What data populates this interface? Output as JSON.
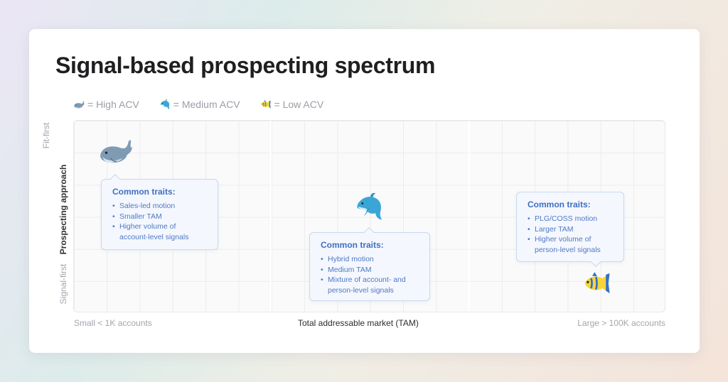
{
  "title": "Signal-based prospecting spectrum",
  "legend": [
    {
      "icon": "whale-icon",
      "label": "= High ACV"
    },
    {
      "icon": "dolphin-icon",
      "label": "= Medium ACV"
    },
    {
      "icon": "fish-icon",
      "label": "= Low ACV"
    }
  ],
  "y_axis": {
    "top": "Fit-first",
    "title": "Prospecting approach",
    "bottom": "Signal-first"
  },
  "x_axis": {
    "left": "Small < 1K accounts",
    "title": "Total addressable market (TAM)",
    "right": "Large > 100K accounts"
  },
  "segments": [
    {
      "animal": "whale-icon",
      "heading": "Common traits:",
      "traits": [
        "Sales-led motion",
        "Smaller TAM",
        "Higher volume of",
        "account-level signals"
      ]
    },
    {
      "animal": "dolphin-icon",
      "heading": "Common traits:",
      "traits": [
        "Hybrid motion",
        "Medium TAM",
        "Mixture of account- and",
        "person-level signals"
      ]
    },
    {
      "animal": "fish-icon",
      "heading": "Common traits:",
      "traits": [
        "PLG/COSS motion",
        "Larger TAM",
        "Higher volume of",
        "person-level signals"
      ]
    }
  ],
  "colors": {
    "accent": "#3f6fc2",
    "tooltip_bg": "#f4f7fd",
    "tooltip_border": "#cad8ef"
  }
}
